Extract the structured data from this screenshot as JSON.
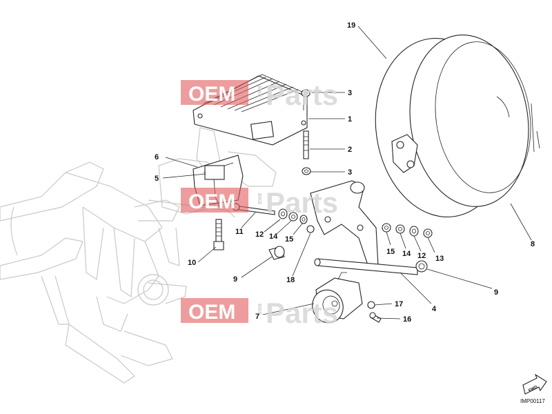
{
  "callouts": [
    {
      "id": "c19",
      "label": "19"
    },
    {
      "id": "c3a",
      "label": "3"
    },
    {
      "id": "c1",
      "label": "1"
    },
    {
      "id": "c2",
      "label": "2"
    },
    {
      "id": "c3b",
      "label": "3"
    },
    {
      "id": "c6",
      "label": "6"
    },
    {
      "id": "c5",
      "label": "5"
    },
    {
      "id": "c11",
      "label": "11"
    },
    {
      "id": "c12a",
      "label": "12"
    },
    {
      "id": "c14a",
      "label": "14"
    },
    {
      "id": "c15a",
      "label": "15"
    },
    {
      "id": "c10",
      "label": "10"
    },
    {
      "id": "c9a",
      "label": "9"
    },
    {
      "id": "c18",
      "label": "18"
    },
    {
      "id": "c15b",
      "label": "15"
    },
    {
      "id": "c14b",
      "label": "14"
    },
    {
      "id": "c12b",
      "label": "12"
    },
    {
      "id": "c13",
      "label": "13"
    },
    {
      "id": "c8",
      "label": "8"
    },
    {
      "id": "c4",
      "label": "4"
    },
    {
      "id": "c9b",
      "label": "9"
    },
    {
      "id": "c7",
      "label": "7"
    },
    {
      "id": "c17",
      "label": "17"
    },
    {
      "id": "c16",
      "label": "16"
    }
  ],
  "watermark": {
    "oem": "OEM",
    "bike": "BIKE",
    "parts": "Parts",
    "badge_color": "#e15b5b"
  },
  "fwd_label": "FWD",
  "reference_code": "IMP00117"
}
